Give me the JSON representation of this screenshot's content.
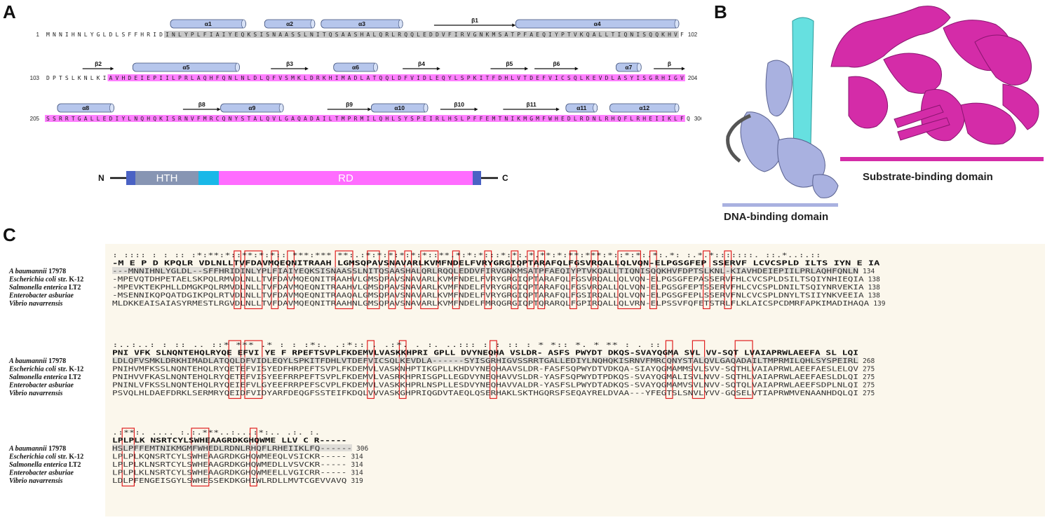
{
  "panels": {
    "a": "A",
    "b": "B",
    "c": "C"
  },
  "colors": {
    "helix": "#b6c6ec",
    "hth": "#8795b3",
    "linker": "#19b8e8",
    "rd": "#ff6cff",
    "seq_bg": "#ff80ff",
    "seq_gray": "#c8c8c8",
    "dna_domain": "#a9b1e0",
    "cyan_helix": "#66e0e0",
    "substrate": "#d42ca8",
    "box": "#e02020",
    "align_bg": "#fbf7ec"
  },
  "topology": {
    "rows": [
      {
        "start": "1",
        "end": "102",
        "seq": "MNNIHNLYGLDLSFFHRIDINLYPLFIAIYEQKSISNAASSLNITQSAASHALQRLRQQLEDDVFIRVGNKMSATPFAEQIYPTVKQALLTIQNISQQKHVF",
        "gray_from": 19,
        "gray_to": 100,
        "elements": [
          {
            "type": "helix",
            "label": "α1",
            "from": 20,
            "to": 31
          },
          {
            "type": "helix",
            "label": "α2",
            "from": 35,
            "to": 42
          },
          {
            "type": "helix",
            "label": "α3",
            "from": 44,
            "to": 56
          },
          {
            "type": "strand",
            "label": "β1",
            "from": 62,
            "to": 74
          },
          {
            "type": "helix",
            "label": "α4",
            "from": 75,
            "to": 100
          }
        ]
      },
      {
        "start": "103",
        "end": "204",
        "seq": "DPTSLKNLKIAVHDEIEPIILPRLAQHFQNLNLDLQFVSMKLDRKHIMADLATQQLDFVIDLEQYLSPKITFDHLVTDEFVICSQLKEVDLASYISGRHIGV",
        "pink_from": 10,
        "pink_to": 101,
        "elements": [
          {
            "type": "strand",
            "label": "β2",
            "from": 6,
            "to": 10
          },
          {
            "type": "helix",
            "label": "α5",
            "from": 14,
            "to": 30
          },
          {
            "type": "strand",
            "label": "β3",
            "from": 36,
            "to": 41
          },
          {
            "type": "helix",
            "label": "α6",
            "from": 46,
            "to": 52
          },
          {
            "type": "strand",
            "label": "β4",
            "from": 57,
            "to": 62
          },
          {
            "type": "strand",
            "label": "β5",
            "from": 71,
            "to": 76
          },
          {
            "type": "strand",
            "label": "β6",
            "from": 78,
            "to": 84
          },
          {
            "type": "helix",
            "label": "α7",
            "from": 91,
            "to": 94
          },
          {
            "type": "strand",
            "label": "β",
            "from": 97,
            "to": 101
          }
        ]
      },
      {
        "start": "205",
        "end": "306",
        "seq": "SSRRTGALLEDIYLNQHQKISRNVFMRCQNYSTALQVLGAQADAILTMPRMILQHLSYSPEIRLHSLPFFEMTNIKMGMFWHEDLRDNLRHQFLRHEIIKLFQ",
        "pink_from": 0,
        "pink_to": 101,
        "elements": [
          {
            "type": "helix",
            "label": "α8",
            "from": 2,
            "to": 10
          },
          {
            "type": "strand",
            "label": "β8",
            "from": 22,
            "to": 27
          },
          {
            "type": "helix",
            "label": "α9",
            "from": 28,
            "to": 37
          },
          {
            "type": "strand",
            "label": "β9",
            "from": 45,
            "to": 51
          },
          {
            "type": "helix",
            "label": "α10",
            "from": 52,
            "to": 60
          },
          {
            "type": "strand",
            "label": "β10",
            "from": 63,
            "to": 68
          },
          {
            "type": "strand",
            "label": "β11",
            "from": 73,
            "to": 81
          },
          {
            "type": "helix",
            "label": "α11",
            "from": 83,
            "to": 87
          },
          {
            "type": "helix",
            "label": "α12",
            "from": 90,
            "to": 100
          }
        ]
      }
    ],
    "domain_bar": {
      "n": "N",
      "c": "C",
      "hth_label": "HTH",
      "rd_label": "RD"
    }
  },
  "structure": {
    "dna_label": "DNA-binding domain",
    "substrate_label": "Substrate-binding domain"
  },
  "alignment": {
    "species": [
      {
        "prefix": "A baumannii",
        "suffix": " 17978"
      },
      {
        "prefix": "Escherichia coli",
        "suffix": " str. K-12"
      },
      {
        "prefix": "Salmonella enterica",
        "suffix": " LT2"
      },
      {
        "prefix": "Enterobacter asburiae",
        "suffix": ""
      },
      {
        "prefix": "Vibrio navarrensis",
        "suffix": ""
      }
    ],
    "blocks": [
      {
        "consensus_sym": "  :   ::::  :   : :: :*:**:*::**:*:*:: ***:*** **:.:*:*:*:*:*:*::**.*:*:*:::*:*:.*.**:*:**:***:*::*:*:.*:.*: :.*.*:::::::. ::.*..:.::",
        "consensus": "-M E     P     D  KPQLR VDLNLLTVFDAVMQEQNITRAAH LGMSQPAVSNAVARLKVMFNDELFVRYGRGIQPTARAFQLFGSVRQALLQLVQN-ELPGSGFEP SSERVF LCVCSPLD ILTS IYN   E IA",
        "rows": [
          {
            "seq": "---MNNIHNLYGLDL--SFFHRIDINLYPLFIAIYEQKSISNAASSLNITQSAASHALQRLRQQLEDDVFIRVGNKMSATPFAEQIYPTVKQALLTIQNISQQKHVFDPTSLKNL-KIAVHDEIEPIILPRLAQHFQNLN",
            "num": "134"
          },
          {
            "seq": "-MPEVQTDHPETAELSKPQLRMVDLNLLTVFDAVMQEQNITRAAHVLGMSQPAVSNAVARLKVMFNDELFVRYGRGIQPTARAFQLFGSVRQALLQLVQN-ELPGSGFEPASSERVFHLCVCSPLDSILTSQIYNHIEQIA",
            "num": "138"
          },
          {
            "seq": "-MPEVKTEKPHLLDMGKPQLRMVDLNLLTVFDAVMQEQNITRAAHVLGMSQPAVSNAVARLKVMFNDELFVRYGRGIQPTARAFQLFGSVRQALLQLVQN-ELPGSGFEPTSSERVFHLCVCSPLDNILTSQIYNRVEKIA",
            "num": "138"
          },
          {
            "seq": "-MSENNIKQPQATDGIKPQLRTVDLNLLTVFDAVMQEQNITRAAQALGMSQPAVSNAVARLKVMFNDELFVRYGRGIQPTARAFQLFGSIRQALLQLVQN-ELPGSGFEPLSSERVFNLCVCSPLDNYLTSIIYNKVEEIA",
            "num": "138"
          },
          {
            "seq": "MLDKKEAISAIASYRMESTLRGVDLNLLTVFDAVMQEQNITRAAHNLGMSQPAVSNAVARLKVMFNDELFMRQGRGIQPTQRARQLFGPIRQALLQLVRN-ELPSSVFQFETSTRLFLKLAICSPCDMRFAPKIMADIHAQA",
            "num": "139"
          }
        ],
        "box_from": [
          23,
          25,
          30,
          33,
          42,
          48,
          52,
          55,
          58,
          64,
          70,
          75,
          78,
          80,
          86,
          90,
          95,
          101,
          111,
          115
        ],
        "box_to": [
          23,
          27,
          30,
          33,
          44,
          49,
          52,
          55,
          60,
          64,
          70,
          75,
          78,
          80,
          86,
          90,
          98,
          101,
          111,
          115
        ]
      },
      {
        "consensus_sym": ":..:..: :    :: ..  ::*  *** .* :  : :*:. .:*:: .    .:*. . :. ..::: : : :: :   * *::  *. * ** :   . ::",
        "consensus": "PNI  VFK SLNQNTEHQLRYQE EFVI YE F RPEFTSVPLFKDEMVLVASKKHPRI GPLL  DVYNEQHA VSLDR- ASFS PWYDT DKQS-SVAYQGMA  SVL VV-SQT LVAIAPRWLAEEFA SL LQI",
        "rows": [
          {
            "seq": "LDLQFVSMKLDRKHIMADLATQQLDFVIDLEQYLSPKITFDHLVTDEFVICSQLKEVDLA------SYISGRHIGVSSRRTGALLEDIYLNQHQKISRNVFMRCQNYSTALQVLGAQADAILTMPRMILQHLSYSPEIRL",
            "num": "268"
          },
          {
            "seq": "PNIHVMFKSSLNQNTEHQLRYQETEFVISYEDFHRPEFTSVPLFKDEMVLVASKNHPTIKGPLLKHDVYNEQHAAVSLDR-FASFSQPWYDTVDKQA-SIAYQGMAMMSVLSVV-SQTHLVAIAPRWLAEEFAESLELQV",
            "num": "275"
          },
          {
            "seq": "PNIHVVFKASLNQNTEHQLRYQETEFVISYEEFRRPEFTSVPLFKDEMVLVASRKHPRISGPLLEGDVYNEQHAVVSLDR-YASFSQPWYDTPDKQS-SVAYQGMALISVLNVV-SQTHLVAIAPRWLAEEFAESLDLQI",
            "num": "275"
          },
          {
            "seq": "PNINLVFKSSLNQNTEHQLRYQEIEFVLGYEEFRRPEFSCVPLFKDEMVLVASKKHPRLNSPLLESDVYNEQHAVVALDR-YASFSLPWYDTADKQS-SVAYQGMAMVSVLNVV-SQTQLVAIAPRWLAEEFSDPLNLQI",
            "num": "275"
          },
          {
            "seq": "PSVQLHLDAEFDRKLSERMRYQEIDFVIDYARFDEQGFSSTEIFKDQLVVVASKGHPRIQGDVTAEQLQSERHAKLSKTHGQRSFSEQAYRELDVAA---YFEGTSLSNVLYVV-GQSELVTIAPRWMVENAANHDQLQI",
            "num": "275"
          }
        ],
        "box_from": [
          22,
          25,
          48,
          54,
          71,
          104,
          109,
          117
        ],
        "box_to": [
          23,
          27,
          48,
          54,
          71,
          104,
          110,
          119
        ]
      },
      {
        "consensus_sym": ".:**:.   .... :.:.***..:...:*:.. .:. :.",
        "consensus": "LPLPLK NSRTCYLSWHEAAGRDKGHQWME LLV  C R-----",
        "rows": [
          {
            "seq": "HSLPFFEMTNIKMGMFWHEDLRDNLRHQFLRHEIIKLFQ------",
            "num": "306"
          },
          {
            "seq": "LPLPLKQNSRTCYLSWHEAAGRDKGHQWMEEQLVSICKR-----",
            "num": "314"
          },
          {
            "seq": "LPLPLKLNSRTCYLSWHEAAGRDKGHQWMEDLLVSVCKR-----",
            "num": "314"
          },
          {
            "seq": "LPLPLKLNSRTCYLSWHEAAGRDKGHQWMEELLVGICRR-----",
            "num": "314"
          },
          {
            "seq": "LDLPFENGEISGYLSWHESSEKDKGHIWLRDLLMVTCGEVVAVQ",
            "num": "319"
          }
        ],
        "box_from": [
          2,
          15,
          26
        ],
        "box_to": [
          3,
          17,
          26
        ]
      }
    ]
  }
}
